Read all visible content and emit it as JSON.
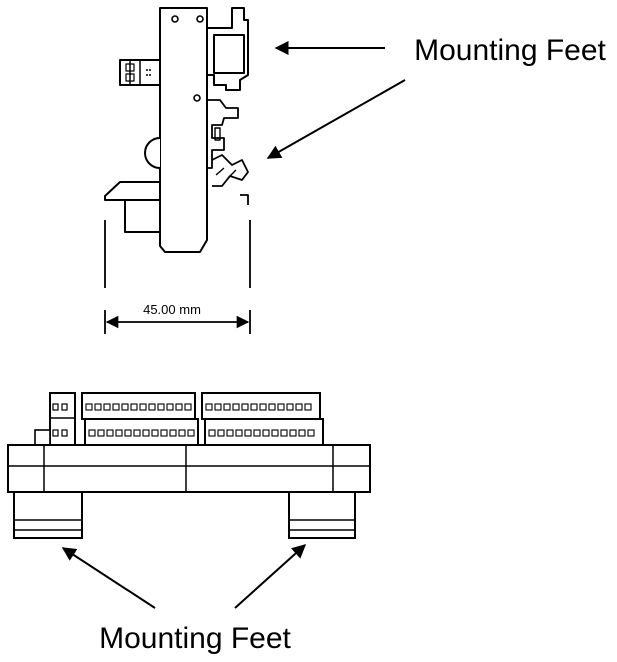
{
  "labels": {
    "mounting_feet_side": "Mounting Feet",
    "mounting_feet_bottom": "Mounting Feet",
    "width_dimension": "45.00 mm"
  },
  "colors": {
    "ink": "#000000",
    "background": "#ffffff"
  }
}
